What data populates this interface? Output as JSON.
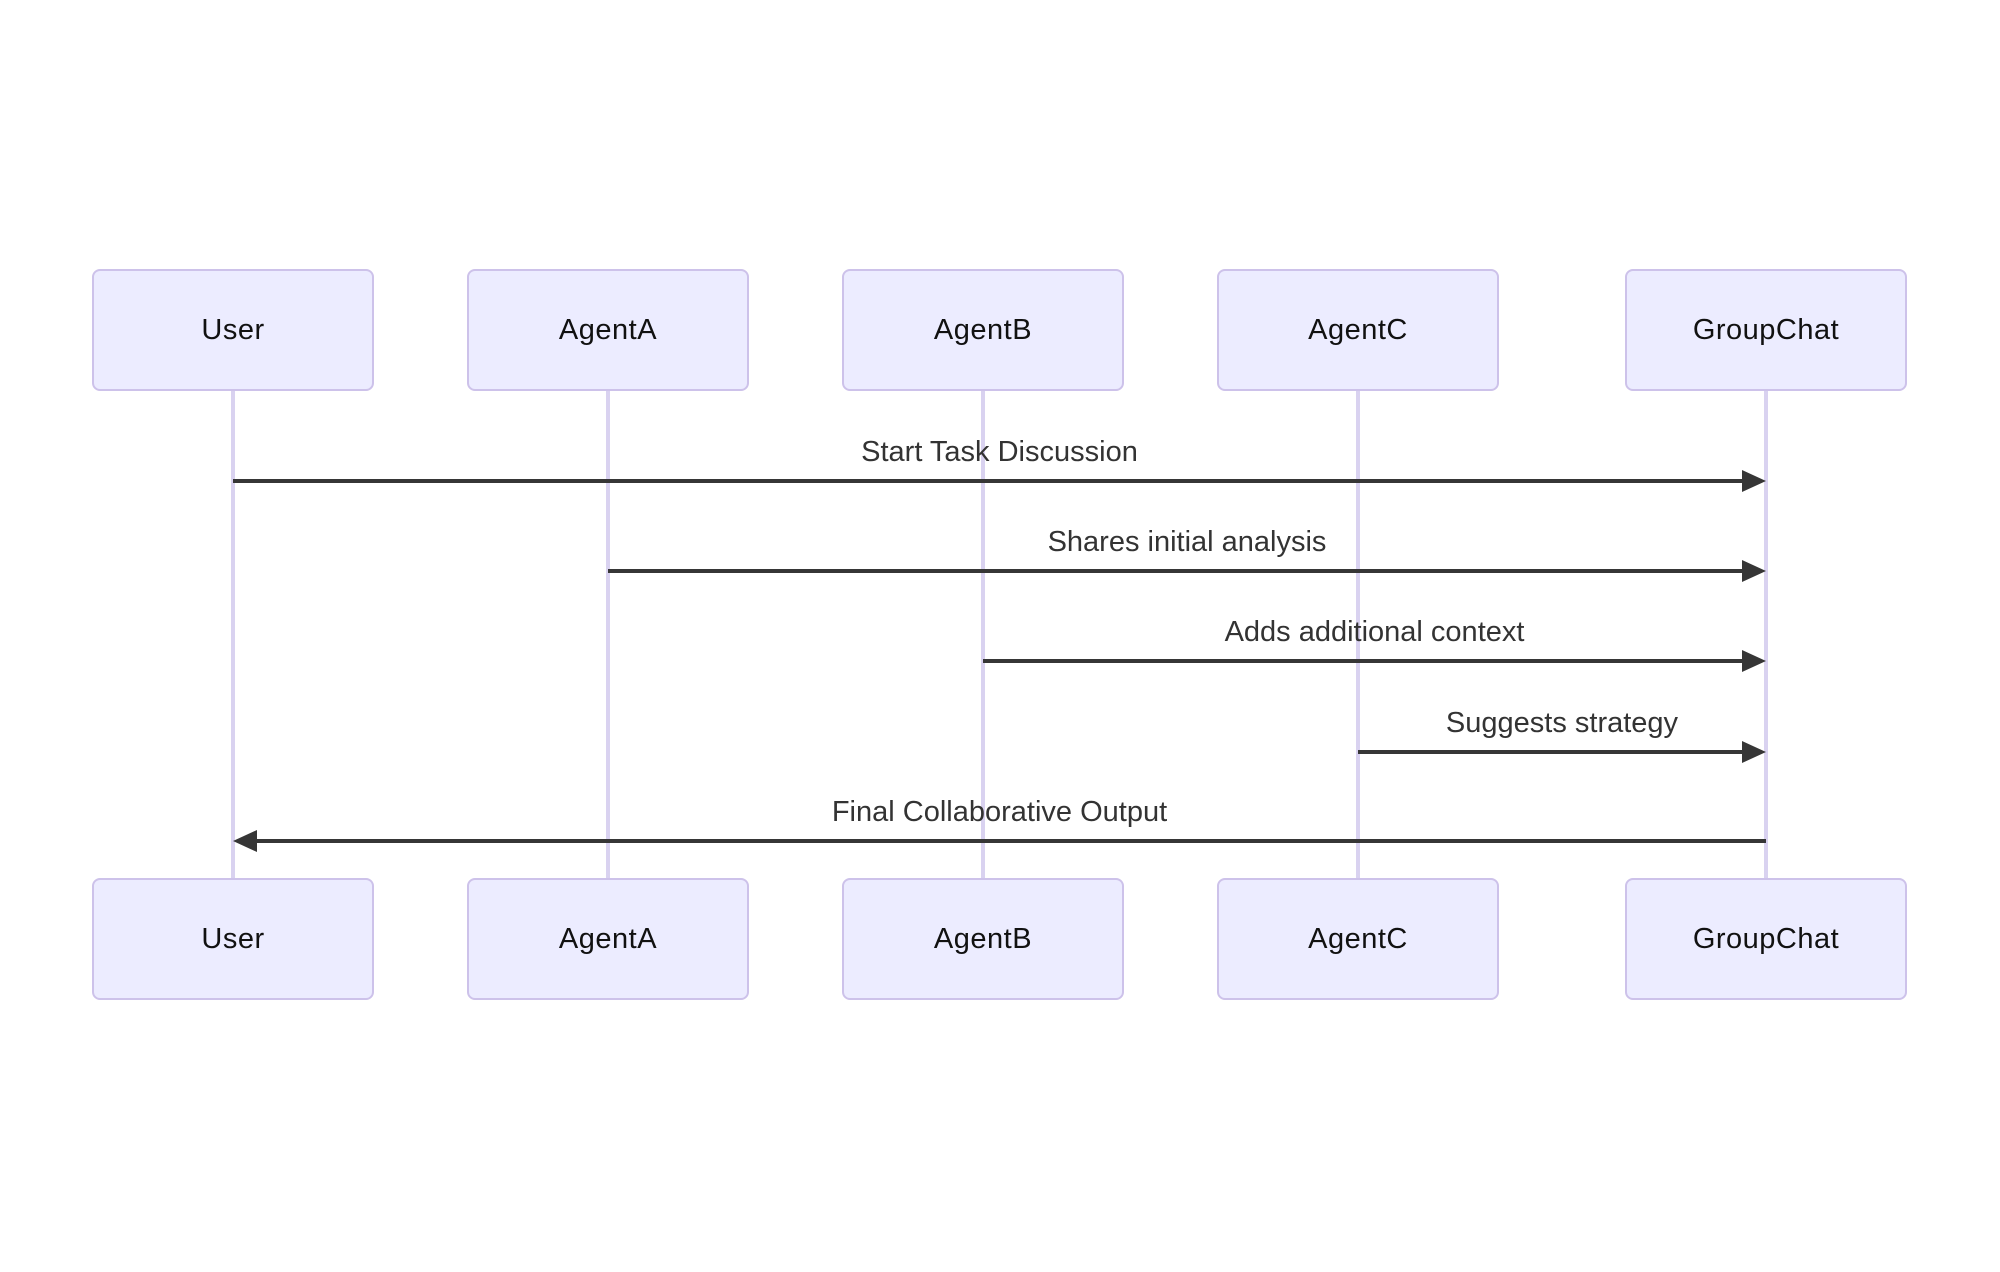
{
  "diagram": {
    "type": "sequence-diagram",
    "actors": [
      {
        "label": "User"
      },
      {
        "label": "AgentA"
      },
      {
        "label": "AgentB"
      },
      {
        "label": "AgentC"
      },
      {
        "label": "GroupChat"
      }
    ],
    "messages": [
      {
        "text": "Start Task Discussion",
        "from": "User",
        "to": "GroupChat",
        "direction": "right"
      },
      {
        "text": "Shares initial analysis",
        "from": "AgentA",
        "to": "GroupChat",
        "direction": "right"
      },
      {
        "text": "Adds additional context",
        "from": "AgentB",
        "to": "GroupChat",
        "direction": "right"
      },
      {
        "text": "Suggests strategy",
        "from": "AgentC",
        "to": "GroupChat",
        "direction": "right"
      },
      {
        "text": "Final Collaborative Output",
        "from": "GroupChat",
        "to": "User",
        "direction": "left"
      }
    ],
    "colors": {
      "actor_fill": "#ECECFF",
      "actor_border": "#cdc2ea",
      "lifeline": "#d9d2f0",
      "arrow": "#363636",
      "message_text": "#333333",
      "actor_text": "#111111",
      "background": "#ffffff"
    }
  }
}
